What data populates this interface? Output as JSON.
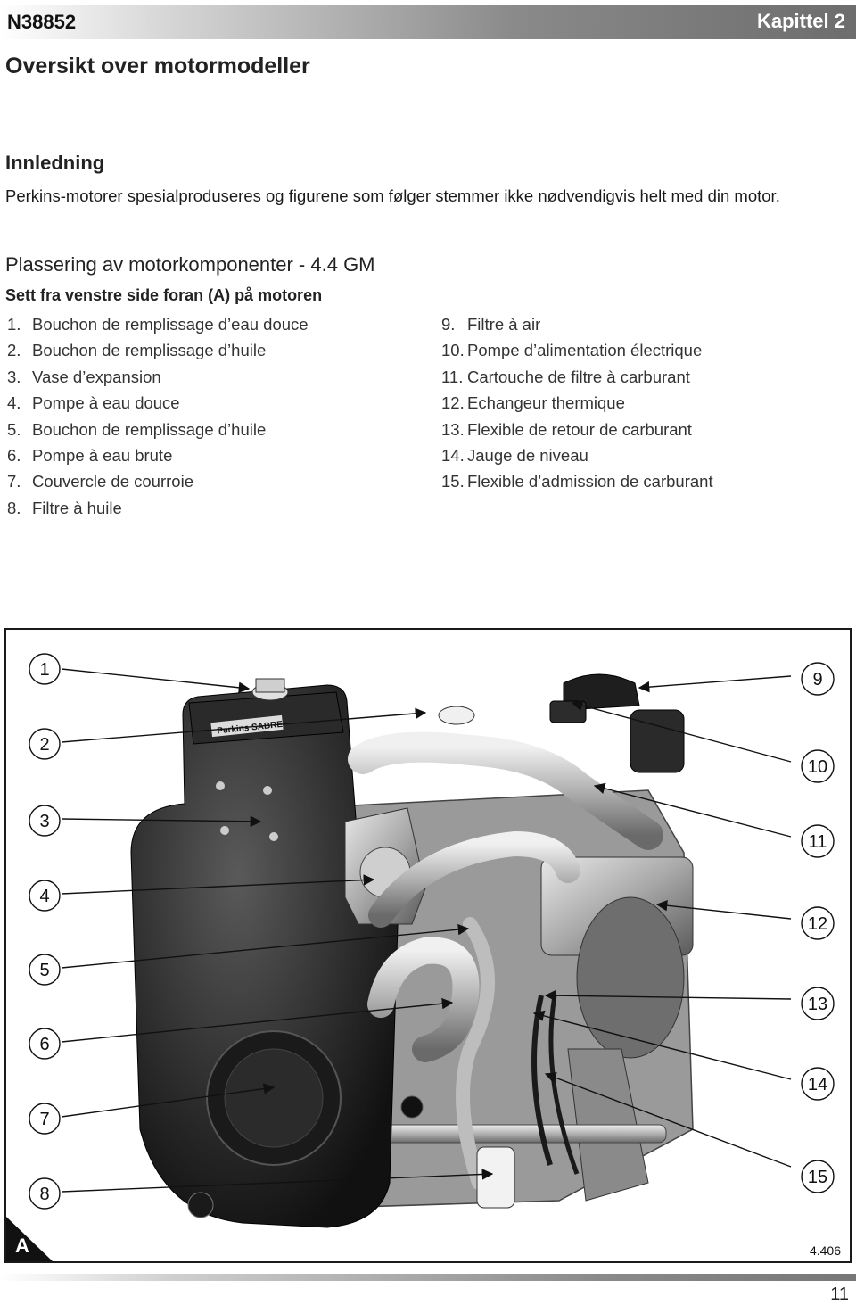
{
  "header": {
    "doc_code": "N38852",
    "chapter": "Kapittel 2"
  },
  "page_title": "Oversikt over motormodeller",
  "intro": {
    "heading": "Innledning",
    "text": "Perkins-motorer spesialproduseres og figurene som følger stemmer ikke nødvendigvis helt med din motor."
  },
  "location": {
    "heading": "Plassering av motorkomponenter - 4.4 GM",
    "subheading": "Sett fra venstre side foran (A) på motoren"
  },
  "components_left": [
    {
      "num": "1.",
      "label": "Bouchon de remplissage d’eau douce"
    },
    {
      "num": "2.",
      "label": "Bouchon de remplissage d’huile"
    },
    {
      "num": "3.",
      "label": "Vase d’expansion"
    },
    {
      "num": "4.",
      "label": "Pompe à eau douce"
    },
    {
      "num": "5.",
      "label": "Bouchon de remplissage d’huile"
    },
    {
      "num": "6.",
      "label": "Pompe à eau brute"
    },
    {
      "num": "7.",
      "label": "Couvercle de courroie"
    },
    {
      "num": "8.",
      "label": "Filtre à huile"
    }
  ],
  "components_right": [
    {
      "num": "9.",
      "label": "Filtre à air"
    },
    {
      "num": "10.",
      "label": "Pompe d’alimentation électrique"
    },
    {
      "num": "11.",
      "label": "Cartouche de filtre à carburant"
    },
    {
      "num": "12.",
      "label": "Echangeur thermique"
    },
    {
      "num": "13.",
      "label": "Flexible de retour de carburant"
    },
    {
      "num": "14.",
      "label": "Jauge de niveau"
    },
    {
      "num": "15.",
      "label": "Flexible d’admission de carburant"
    }
  ],
  "figure": {
    "callouts": [
      "1",
      "2",
      "3",
      "4",
      "5",
      "6",
      "7",
      "8",
      "9",
      "10",
      "11",
      "12",
      "13",
      "14",
      "15"
    ],
    "view_label": "A",
    "figure_id": "4.406",
    "engine_badge": "Perkins SABRE"
  },
  "page_number": "11"
}
